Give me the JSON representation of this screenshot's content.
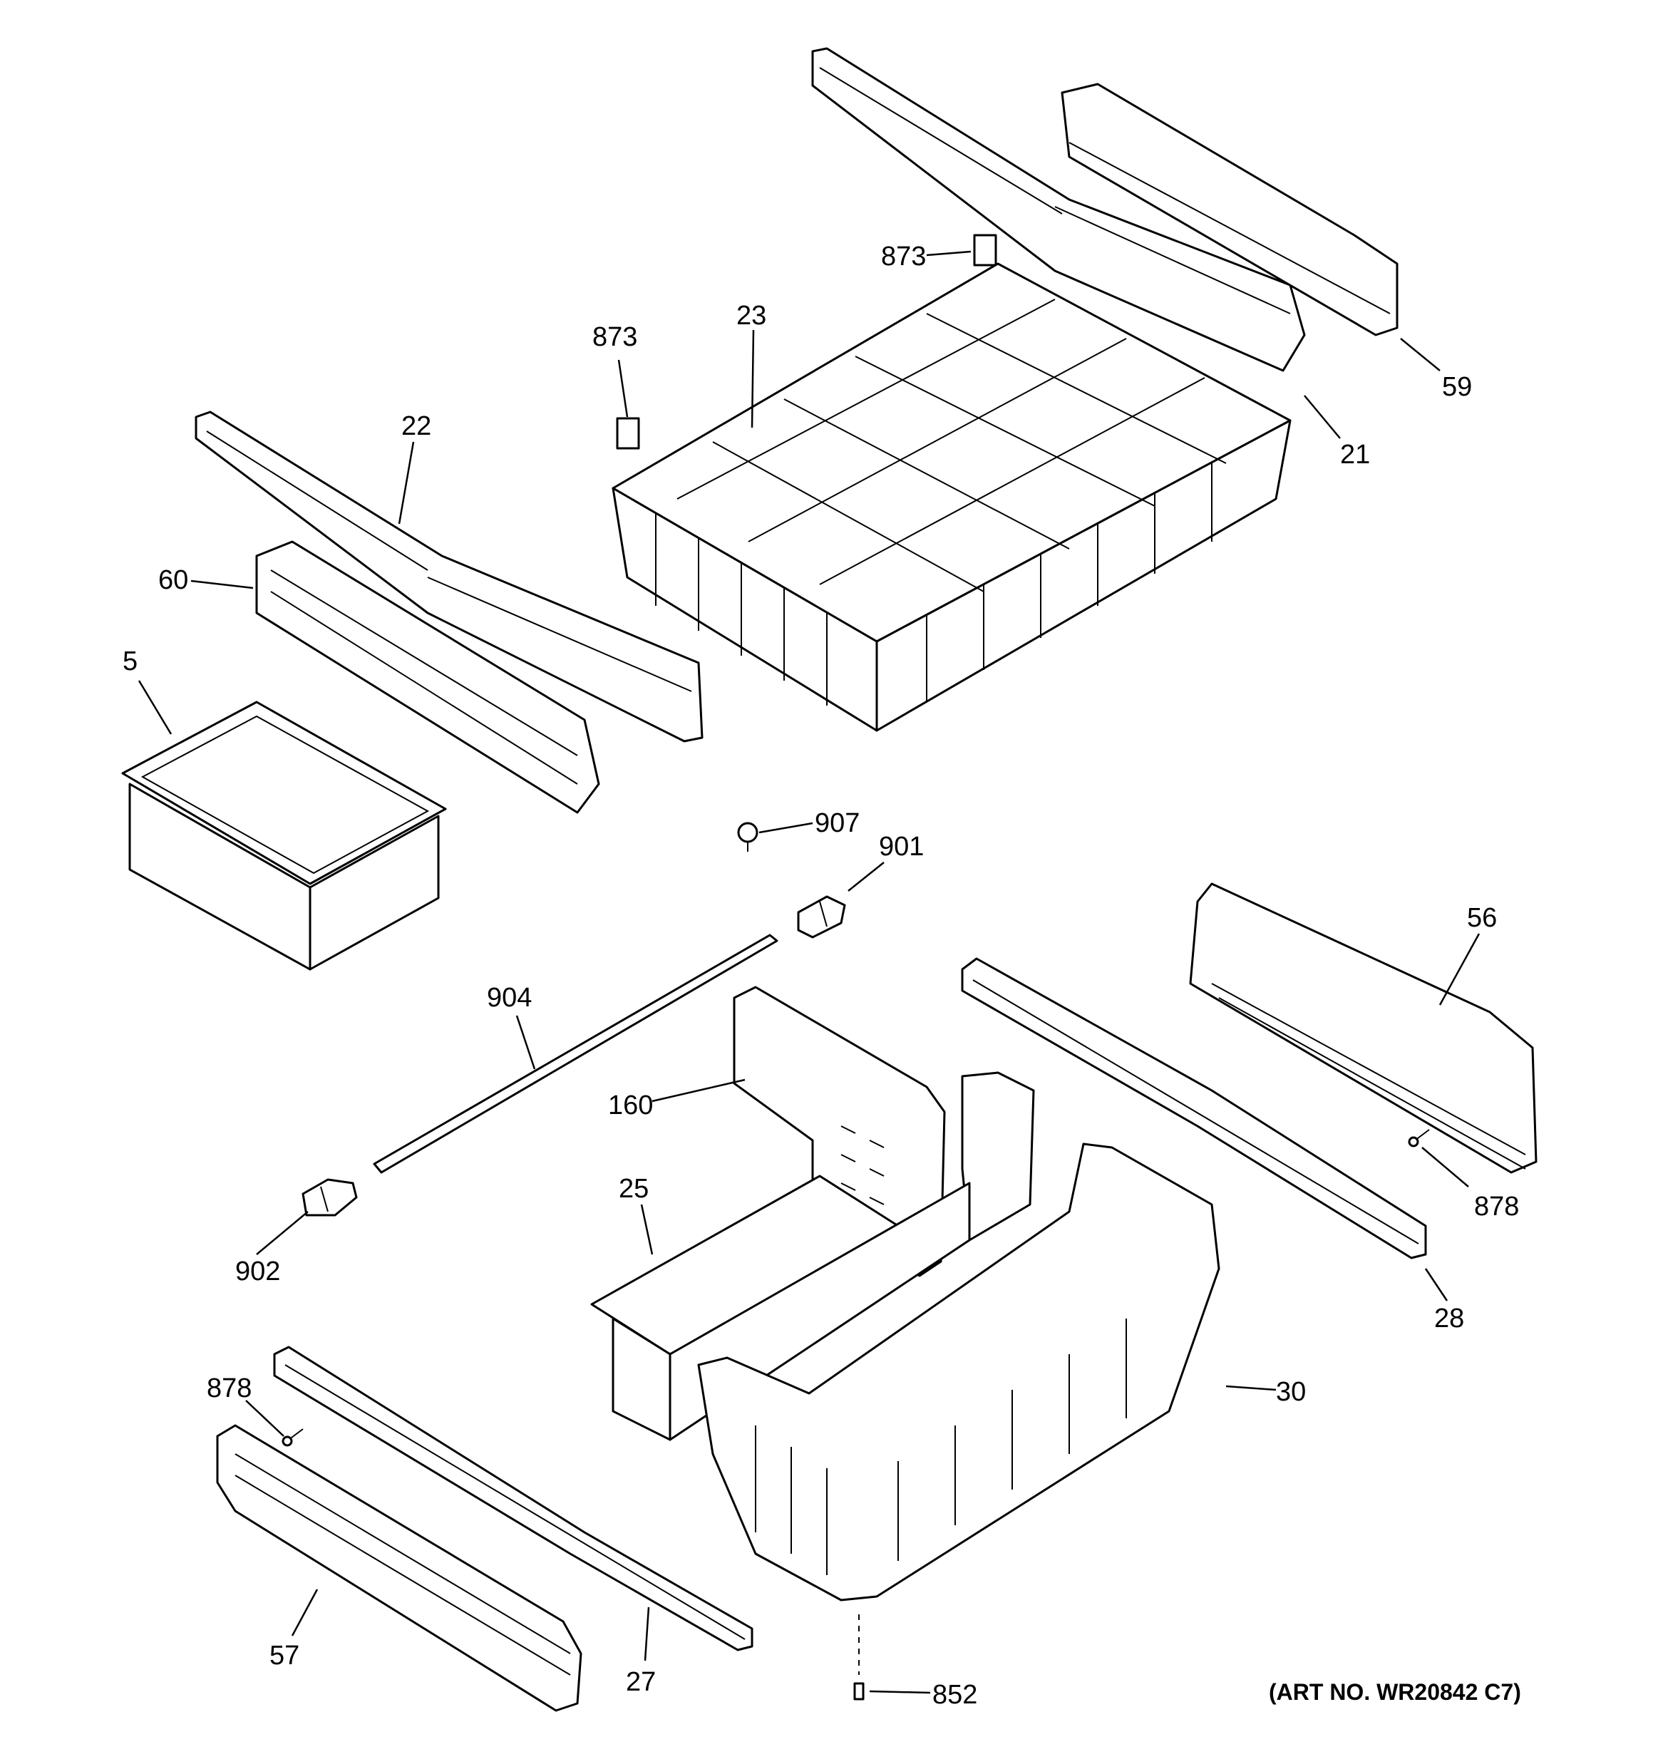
{
  "diagram": {
    "art_number": "(ART NO. WR20842 C7)",
    "callouts": [
      {
        "id": "c873a",
        "text": "873"
      },
      {
        "id": "c23",
        "text": "23"
      },
      {
        "id": "c873b",
        "text": "873"
      },
      {
        "id": "c59",
        "text": "59"
      },
      {
        "id": "c21",
        "text": "21"
      },
      {
        "id": "c22",
        "text": "22"
      },
      {
        "id": "c60",
        "text": "60"
      },
      {
        "id": "c5",
        "text": "5"
      },
      {
        "id": "c907",
        "text": "907"
      },
      {
        "id": "c901",
        "text": "901"
      },
      {
        "id": "c56",
        "text": "56"
      },
      {
        "id": "c904",
        "text": "904"
      },
      {
        "id": "c160",
        "text": "160"
      },
      {
        "id": "c25",
        "text": "25"
      },
      {
        "id": "c878a",
        "text": "878"
      },
      {
        "id": "c902",
        "text": "902"
      },
      {
        "id": "c28",
        "text": "28"
      },
      {
        "id": "c30",
        "text": "30"
      },
      {
        "id": "c878b",
        "text": "878"
      },
      {
        "id": "c57",
        "text": "57"
      },
      {
        "id": "c27",
        "text": "27"
      },
      {
        "id": "c852",
        "text": "852"
      }
    ]
  }
}
